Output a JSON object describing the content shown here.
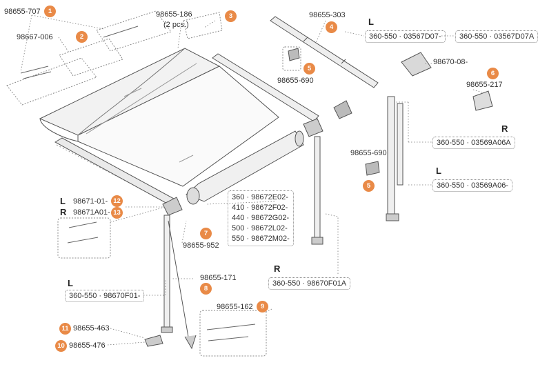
{
  "colors": {
    "badge": "#e98a47",
    "line": "#555555",
    "dots": "#777777",
    "fabric": "#eeeeee"
  },
  "parts": {
    "p1": {
      "code": "98655-707",
      "num": "1"
    },
    "p2": {
      "code": "98667-006",
      "num": "2"
    },
    "p3": {
      "code": "98655-186",
      "note": "(2 pcs.)",
      "num": "3"
    },
    "p4": {
      "code": "98655-303",
      "num": "4"
    },
    "p5a": {
      "code": "98655-690",
      "num": "5"
    },
    "p5b": {
      "code": "98655-690",
      "num": "5"
    },
    "p6": {
      "code": "98655-217",
      "num": "6"
    },
    "p7": {
      "code": "98655-952",
      "num": "7"
    },
    "p8": {
      "code": "98655-171",
      "num": "8"
    },
    "p9": {
      "code": "98655-162",
      "num": "9"
    },
    "p10": {
      "code": "98655-476",
      "num": "10"
    },
    "p11": {
      "code": "98655-463",
      "num": "11"
    },
    "p12": {
      "code": "98671-01-",
      "num": "12",
      "side": "L"
    },
    "p13": {
      "code": "98671A01-",
      "num": "13",
      "side": "R"
    },
    "motor": {
      "code": "98670-08-"
    }
  },
  "variants": {
    "front_bar": {
      "side": "L",
      "left": "360-550 · 03567D07-",
      "right": "360-550 · 03567D07A"
    },
    "arm_right": {
      "side": "R",
      "code": "360-550 · 03569A06A"
    },
    "arm_left": {
      "side": "L",
      "code": "360-550 · 03569A06-"
    },
    "leg_right": {
      "side": "R",
      "code": "360-550 · 98670F01A"
    },
    "leg_left": {
      "side": "L",
      "code": "360-550 · 98670F01-"
    }
  },
  "roller_sizes": [
    "360 · 98672E02-",
    "410 · 98672F02-",
    "440 · 98672G02-",
    "500 · 98672L02-",
    "550 · 98672M02-"
  ]
}
